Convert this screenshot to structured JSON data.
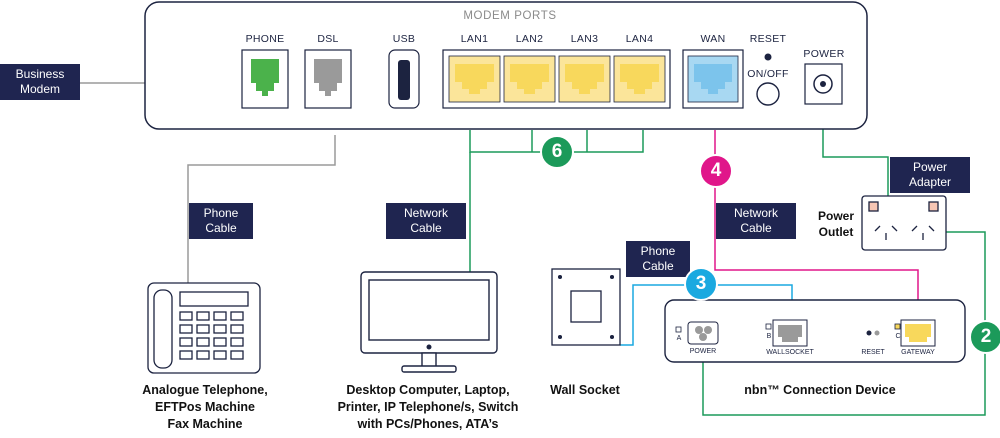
{
  "modem": {
    "title": "MODEM PORTS",
    "ports": {
      "phone": "PHONE",
      "dsl": "DSL",
      "usb": "USB",
      "lan1": "LAN1",
      "lan2": "LAN2",
      "lan3": "LAN3",
      "lan4": "LAN4",
      "wan": "WAN",
      "reset": "RESET",
      "onoff": "ON/OFF",
      "power": "POWER"
    }
  },
  "tags": {
    "business_modem": [
      "Business",
      "Modem"
    ],
    "phone_cable_1": [
      "Phone",
      "Cable"
    ],
    "network_cable_1": [
      "Network",
      "Cable"
    ],
    "network_cable_2": [
      "Network",
      "Cable"
    ],
    "phone_cable_2": [
      "Phone",
      "Cable"
    ],
    "power_adapter": [
      "Power",
      "Adapter"
    ]
  },
  "badges": {
    "b6": "6",
    "b4": "4",
    "b3": "3",
    "b2": "2"
  },
  "outlet_label": [
    "Power",
    "Outlet"
  ],
  "nbn_ports": {
    "a": "A",
    "b": "B",
    "c": "C",
    "power": "POWER",
    "wallsocket": "WALLSOCKET",
    "reset": "RESET",
    "gateway": "GATEWAY"
  },
  "captions": {
    "telephone": [
      "Analogue Telephone,",
      "EFTPos Machine",
      "Fax Machine"
    ],
    "computer": [
      "Desktop Computer, Laptop,",
      "Printer, IP Telephone/s, Switch",
      "with PCs/Phones, ATA’s"
    ],
    "wall_socket": "Wall Socket",
    "nbn_device": "nbn™ Connection Device"
  },
  "colors": {
    "navy": "#1f2550",
    "lan_yellow": "#fbe59a",
    "wan_blue": "#a8d8f2",
    "phone_green": "#4bb24b",
    "dsl_grey": "#9a9a9a",
    "green_line": "#1c9a5a",
    "magenta_line": "#e0168a",
    "cyan_line": "#1aa9e0",
    "grey_line": "#9a9a9a"
  }
}
